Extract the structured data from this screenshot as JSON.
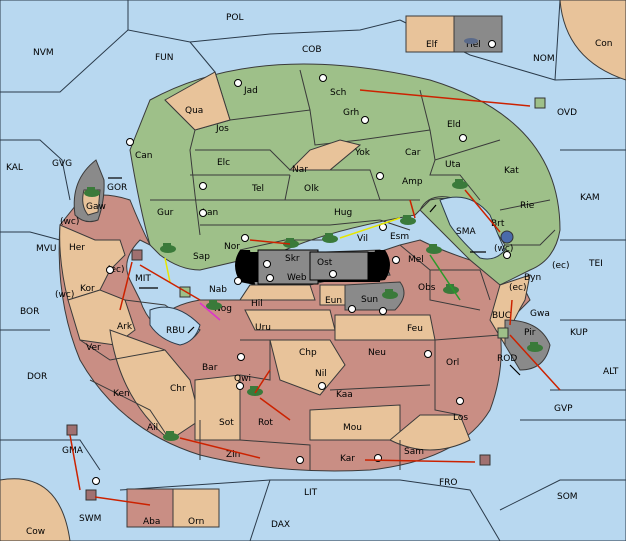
{
  "map": {
    "sea_labels": {
      "pol": "POL",
      "cob": "COB",
      "fun": "FUN",
      "nvm": "NVM",
      "nom": "NOM",
      "con": "Con",
      "kal": "KAL",
      "gvg": "GVG",
      "gor": "GOR",
      "mvu": "MVU",
      "bor": "BOR",
      "dor": "DOR",
      "kam": "KAM",
      "tei": "TEI",
      "sma": "SMA",
      "kup": "KUP",
      "alt": "ALT",
      "gvp": "GVP",
      "buc": "BUC",
      "rod": "ROD",
      "mit": "MIT",
      "rbu": "RBU",
      "gma": "GMA",
      "swm": "SWM",
      "lit": "LIT",
      "dax": "DAX",
      "fro": "FRO",
      "som": "SOM",
      "cow": "Cow",
      "ovd": "OVD"
    },
    "coast_tags": {
      "wc1": "(wc)",
      "ec1": "(ec)",
      "wc2": "(wc)",
      "wc3": "(wc)",
      "ec2": "(ec)",
      "ec3": "(ec)"
    },
    "land_labels": {
      "jad": "Jad",
      "sch": "Sch",
      "qua": "Qua",
      "jos": "Jos",
      "grh": "Grh",
      "eld": "Eld",
      "can": "Can",
      "elc": "Elc",
      "nar": "Nar",
      "yok": "Yok",
      "car": "Car",
      "uta": "Uta",
      "kat": "Kat",
      "tel": "Tel",
      "olk": "Olk",
      "amp": "Amp",
      "gur": "Gur",
      "lan": "Lan",
      "hug": "Hug",
      "rie": "Rie",
      "brt": "Brt",
      "nor": "Nor",
      "skr": "Skr",
      "vil": "Vil",
      "esm": "Esm",
      "sap": "Sap",
      "ost": "Ost",
      "web": "Web",
      "mel": "Mel",
      "byn": "Byn",
      "her": "Her",
      "gaw": "Gaw",
      "kor": "Kor",
      "nab": "Nab",
      "hil": "Hil",
      "eun": "Eun",
      "sun": "Sun",
      "obs": "Obs",
      "gwa": "Gwa",
      "ark": "Ark",
      "nog": "Nog",
      "uru": "Uru",
      "feu": "Feu",
      "pir": "Pir",
      "ver": "Ver",
      "chp": "Chp",
      "neu": "Neu",
      "bar": "Bar",
      "qwi": "Qwi",
      "nil": "Nil",
      "orl": "Orl",
      "ken": "Ken",
      "chr": "Chr",
      "kaa": "Kaa",
      "sot": "Sot",
      "rot": "Rot",
      "ail": "Ail",
      "mou": "Mou",
      "los": "Los",
      "zin": "Zin",
      "kar": "Kar",
      "sam": "Sam",
      "aba": "Aba",
      "orn": "Orn",
      "elf": "Elf",
      "hel": "Hel"
    },
    "colors": {
      "green": "#9ec089",
      "tan": "#e8c39a",
      "rose": "#c98e84",
      "grey": "#8a8a8a",
      "sea": "#b8d8f0",
      "order_red": "#cc2200",
      "order_yellow": "#e6e600",
      "order_green": "#2a9a2a",
      "order_magenta": "#dd33cc"
    }
  }
}
